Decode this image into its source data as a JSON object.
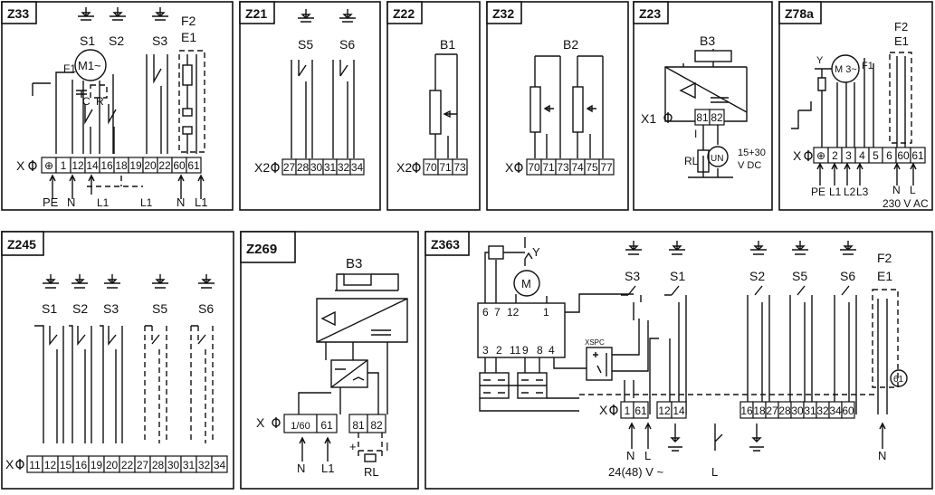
{
  "panels": [
    {
      "id": "Z33",
      "title": "Z33",
      "switch_labels": [
        "S1",
        "S2",
        "S3"
      ],
      "fuse_labels": [
        "F2",
        "E1"
      ],
      "motor_label": "M1~",
      "motor_aux": [
        "F1",
        "C",
        "R"
      ],
      "terminal_prefix": "X",
      "terminals": [
        "⊕",
        "1",
        "12",
        "14",
        "16",
        "18",
        "19",
        "20",
        "22",
        "60",
        "61"
      ],
      "bottom_labels": [
        "PE",
        "N",
        "L1",
        "L1",
        "N",
        "L1"
      ]
    },
    {
      "id": "Z21",
      "title": "Z21",
      "switch_labels": [
        "S5",
        "S6"
      ],
      "terminal_prefix": "X2",
      "terminals": [
        "27",
        "28",
        "30",
        "31",
        "32",
        "34"
      ]
    },
    {
      "id": "Z22",
      "title": "Z22",
      "component_label": "B1",
      "terminal_prefix": "X2",
      "terminals": [
        "70",
        "71",
        "73"
      ]
    },
    {
      "id": "Z32",
      "title": "Z32",
      "component_label": "B2",
      "terminal_prefix": "X",
      "terminals": [
        "70",
        "71",
        "73",
        "74",
        "75",
        "77"
      ]
    },
    {
      "id": "Z23",
      "title": "Z23",
      "component_label": "B3",
      "terminal_prefix": "X1",
      "terminals": [
        "81",
        "82"
      ],
      "current_label": "I",
      "load_label": "RL",
      "source_label": "UN",
      "supply_label_1": "15+30",
      "supply_label_2": "V DC"
    },
    {
      "id": "Z78a",
      "title": "Z78a",
      "fuse_labels": [
        "F2",
        "E1"
      ],
      "motor_label": "M 3~",
      "motor_aux": [
        "Y",
        "F1"
      ],
      "terminal_prefix": "X",
      "terminals": [
        "⊕",
        "2",
        "3",
        "4",
        "5",
        "6",
        "60",
        "61"
      ],
      "bottom_labels": [
        "PE",
        "L1",
        "L2",
        "L3",
        "N",
        "L"
      ],
      "supply_label": "230 V AC"
    },
    {
      "id": "Z245",
      "title": "Z245",
      "switch_labels": [
        "S1",
        "S2",
        "S3",
        "S5",
        "S6"
      ],
      "terminal_prefix": "X",
      "terminals": [
        "11",
        "12",
        "15",
        "16",
        "19",
        "20",
        "22",
        "27",
        "28",
        "30",
        "31",
        "32",
        "34"
      ]
    },
    {
      "id": "Z269",
      "title": "Z269",
      "component_label": "B3",
      "terminal_prefix": "X",
      "terminals": [
        "1/60",
        "61",
        "81",
        "82"
      ],
      "bottom_labels": [
        "N",
        "L1"
      ],
      "plus_label": "+",
      "current_label": "I",
      "load_label": "RL"
    },
    {
      "id": "Z363",
      "title": "Z363",
      "switch_labels": [
        "S3",
        "S1",
        "S2",
        "S5",
        "S6"
      ],
      "fuse_labels": [
        "F2",
        "E1"
      ],
      "fuse_ref": "61",
      "valve_label": "Y",
      "motor_label": "M",
      "module_label": "XSPC",
      "module_top": [
        "6",
        "7",
        "12",
        "1"
      ],
      "module_bottom": [
        "3",
        "2",
        "11",
        "9",
        "8",
        "4"
      ],
      "terminal_prefix": "X",
      "terminals": [
        "1",
        "61",
        "12",
        "14",
        "16",
        "18",
        "27",
        "28",
        "30",
        "31",
        "32",
        "34",
        "60"
      ],
      "bottom_labels": [
        "N",
        "L",
        "N"
      ],
      "supply_label": "24(48) V ~",
      "supply_l": "L"
    }
  ]
}
